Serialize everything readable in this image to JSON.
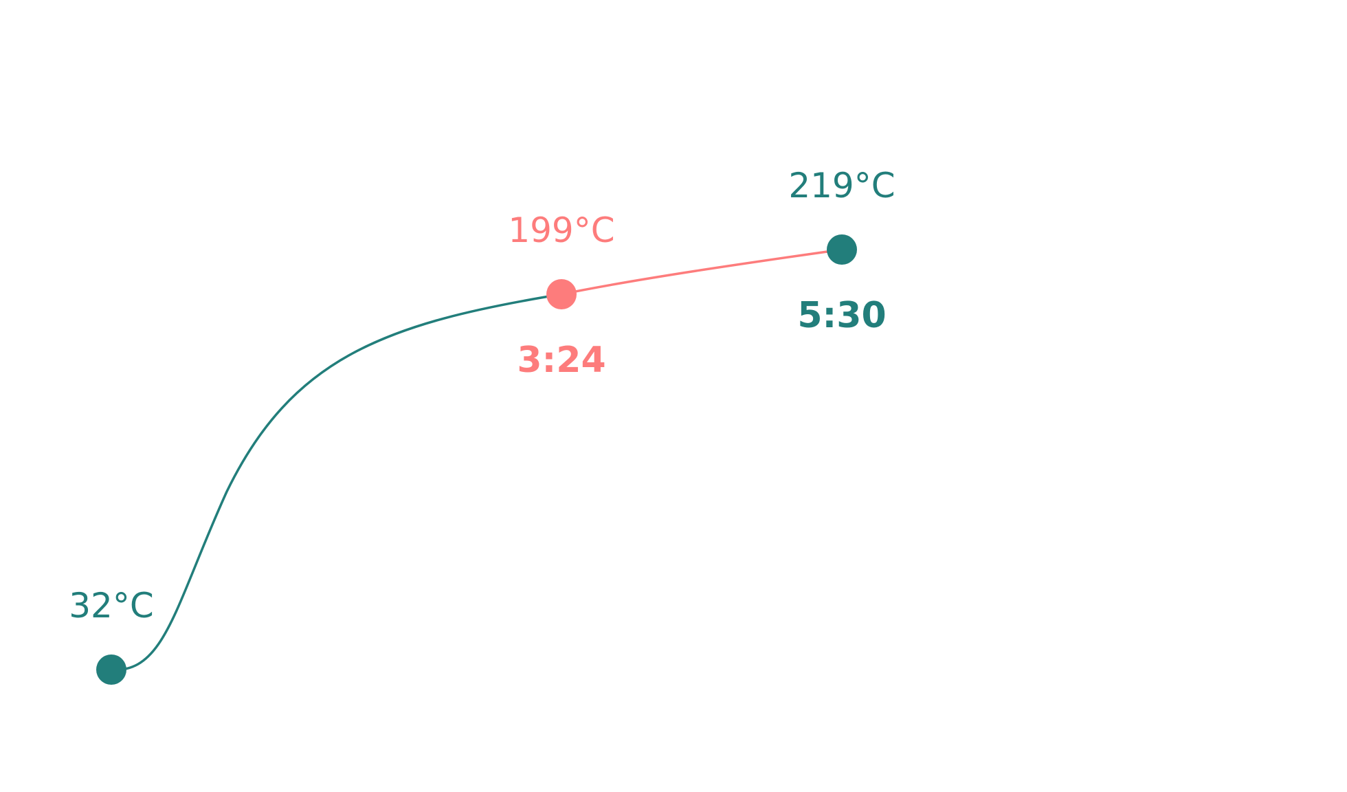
{
  "chart_data": {
    "type": "line",
    "title": "",
    "xlabel": "",
    "ylabel": "",
    "grid": false,
    "legend": "none",
    "points": [
      {
        "temp_c": 32,
        "temp_label": "32°C",
        "time_label": "",
        "color": "#227e7b"
      },
      {
        "temp_c": 199,
        "temp_label": "199°C",
        "time_label": "3:24",
        "time_min": 3.4,
        "color": "#fd7c7c"
      },
      {
        "temp_c": 219,
        "temp_label": "219°C",
        "time_label": "5:30",
        "time_min": 5.5,
        "color": "#227e7b"
      }
    ],
    "segments": [
      {
        "from": 0,
        "to": 1,
        "color": "#227e7b"
      },
      {
        "from": 1,
        "to": 2,
        "color": "#fd7c7c"
      }
    ]
  },
  "colors": {
    "teal": "#227e7b",
    "coral": "#fd7c7c",
    "background": "#ffffff"
  }
}
